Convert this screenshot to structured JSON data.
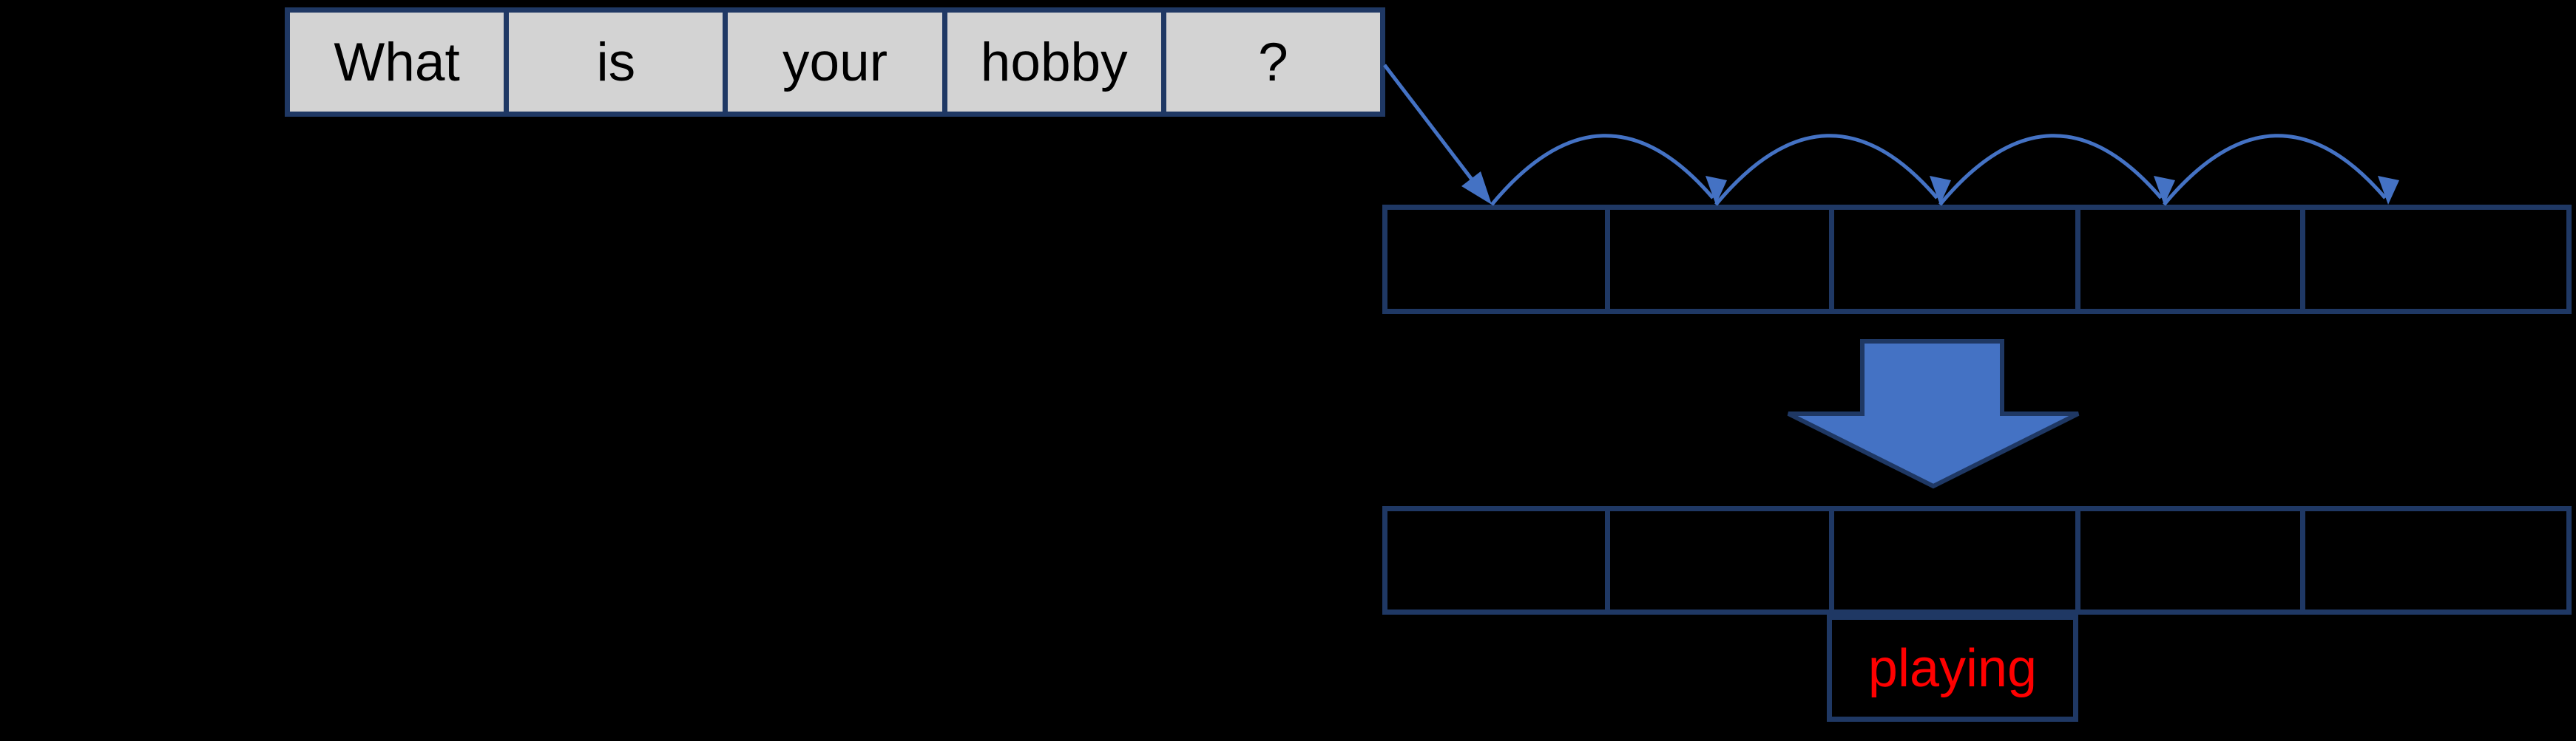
{
  "colors": {
    "background": "#000000",
    "box_border": "#1F3864",
    "word_fill": "#D3D3D3",
    "word_text": "#000000",
    "arrow_blue": "#4472C4",
    "output_text": "#FF0000"
  },
  "sentence_row": {
    "words": [
      "What",
      "is",
      "your",
      "hobby",
      "?"
    ]
  },
  "upper_row": {
    "cell_count": 5,
    "cells": [
      "",
      "",
      "",
      "",
      ""
    ]
  },
  "lower_row": {
    "cell_count": 5,
    "cells": [
      "",
      "",
      "",
      "",
      ""
    ]
  },
  "output_box": {
    "label": "playing"
  },
  "icons": {
    "diagonal_arrow": "diagonal-arrow-icon",
    "hop_arc": "hop-arc-icon",
    "big_down_arrow": "big-down-arrow-icon"
  }
}
